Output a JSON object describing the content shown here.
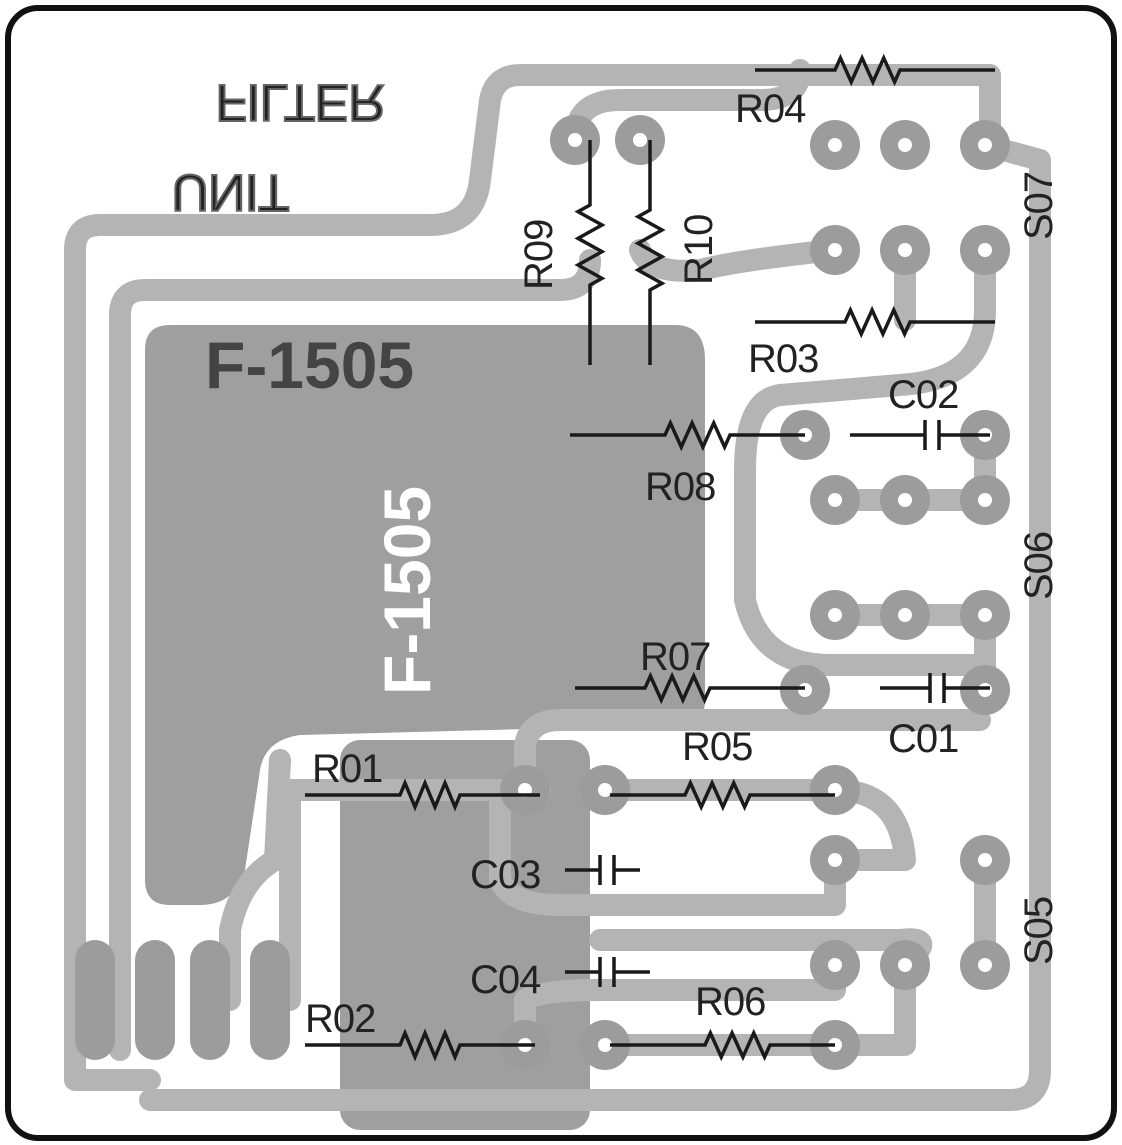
{
  "board": {
    "title_mirrored": [
      "FILTER",
      "UNIT"
    ],
    "part_number": "F-1505",
    "part_number_vertical": "F-1505"
  },
  "components": {
    "R01": "R01",
    "R02": "R02",
    "R03": "R03",
    "R04": "R04",
    "R05": "R05",
    "R06": "R06",
    "R07": "R07",
    "R08": "R08",
    "R09": "R09",
    "R10": "R10",
    "C01": "C01",
    "C02": "C02",
    "C03": "C03",
    "C04": "C04",
    "S05": "S05",
    "S06": "S06",
    "S07": "S07"
  },
  "colors": {
    "trace": "#b4b4b4",
    "ground": "#8e8e8e",
    "pad": "#9c9c9c",
    "ink": "#1a1a1a"
  }
}
